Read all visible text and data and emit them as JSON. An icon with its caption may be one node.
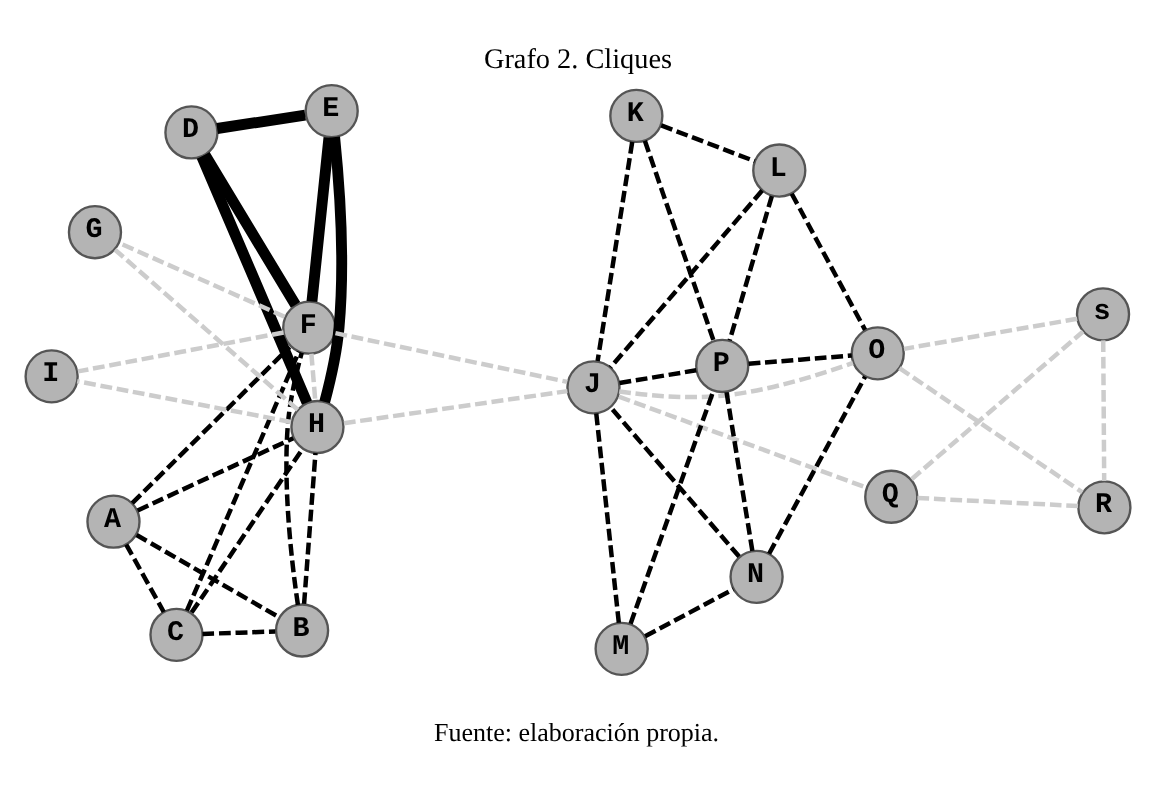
{
  "diagram": {
    "title": "Grafo 2. Cliques",
    "caption": "Fuente: elaboración propia.",
    "nodes": [
      {
        "text": [
          "A"
        ]
      },
      {
        "text": [
          "B"
        ]
      },
      {
        "text": [
          "C"
        ]
      },
      {
        "text": [
          "D"
        ]
      },
      {
        "text": [
          "E"
        ]
      },
      {
        "text": [
          "F"
        ]
      },
      {
        "text": [
          "G"
        ]
      },
      {
        "text": [
          "H"
        ]
      },
      {
        "text": [
          "I"
        ]
      },
      {
        "text": [
          "J"
        ]
      },
      {
        "text": [
          "K"
        ]
      },
      {
        "text": [
          "L"
        ]
      },
      {
        "text": [
          "M"
        ]
      },
      {
        "text": [
          "N"
        ]
      },
      {
        "text": [
          "O"
        ]
      },
      {
        "text": [
          "P"
        ]
      },
      {
        "text": [
          "Q"
        ]
      },
      {
        "text": [
          "R"
        ]
      },
      {
        "text": [
          "s"
        ]
      }
    ],
    "edges": [
      {
        "from": 0,
        "to": 2,
        "arrow": "none",
        "style": "dashed"
      },
      {
        "from": 0,
        "to": 5,
        "arrow": "none",
        "style": "dashed"
      },
      {
        "from": 0,
        "to": 1,
        "arrow": "none",
        "style": "dashed"
      },
      {
        "from": 0,
        "to": 7,
        "arrow": "none",
        "style": "dashed"
      },
      {
        "from": 2,
        "to": 5,
        "arrow": "none",
        "style": "dashed"
      },
      {
        "from": 2,
        "to": 1,
        "arrow": "none",
        "style": "dashed"
      },
      {
        "from": 2,
        "to": 7,
        "arrow": "none",
        "style": "dashed"
      },
      {
        "from": 1,
        "to": 5,
        "arrow": "none",
        "style": "dashed"
      },
      {
        "from": 1,
        "to": 7,
        "arrow": "none",
        "style": "dashed"
      },
      {
        "from": 3,
        "to": 5,
        "arrow": "none",
        "style": "thick"
      },
      {
        "from": 4,
        "to": 5,
        "arrow": "none",
        "style": "thick"
      },
      {
        "from": 3,
        "to": 7,
        "arrow": "none",
        "style": "thick"
      },
      {
        "from": 3,
        "to": 4,
        "arrow": "none",
        "style": "thick"
      },
      {
        "from": 4,
        "to": 7,
        "arrow": "none",
        "style": "thick"
      },
      {
        "from": 5,
        "to": 6,
        "arrow": "none",
        "style": "dashed",
        "color": "#cccccc"
      },
      {
        "from": 5,
        "to": 7,
        "arrow": "none",
        "style": "dashed",
        "color": "#cccccc"
      },
      {
        "from": 5,
        "to": 8,
        "arrow": "none",
        "style": "dashed",
        "color": "#cccccc"
      },
      {
        "from": 5,
        "to": 9,
        "arrow": "none",
        "style": "dashed",
        "color": "#cccccc"
      },
      {
        "from": 7,
        "to": 6,
        "arrow": "none",
        "style": "dashed",
        "color": "#cccccc"
      },
      {
        "from": 7,
        "to": 9,
        "arrow": "none",
        "style": "dashed",
        "color": "#cccccc"
      },
      {
        "from": 7,
        "to": 8,
        "arrow": "none",
        "style": "dashed",
        "color": "#cccccc"
      },
      {
        "from": 10,
        "to": 11,
        "arrow": "none",
        "style": "dashed"
      },
      {
        "from": 10,
        "to": 9,
        "arrow": "none",
        "style": "dashed"
      },
      {
        "from": 10,
        "to": 15,
        "arrow": "none",
        "style": "dashed"
      },
      {
        "from": 11,
        "to": 9,
        "arrow": "none",
        "style": "dashed"
      },
      {
        "from": 11,
        "to": 15,
        "arrow": "none",
        "style": "dashed"
      },
      {
        "from": 11,
        "to": 14,
        "arrow": "none",
        "style": "dashed"
      },
      {
        "from": 12,
        "to": 9,
        "arrow": "none",
        "style": "dashed"
      },
      {
        "from": 12,
        "to": 15,
        "arrow": "none",
        "style": "dashed"
      },
      {
        "from": 12,
        "to": 13,
        "arrow": "none",
        "style": "dashed"
      },
      {
        "from": 13,
        "to": 9,
        "arrow": "none",
        "style": "dashed"
      },
      {
        "from": 13,
        "to": 15,
        "arrow": "none",
        "style": "dashed"
      },
      {
        "from": 13,
        "to": 14,
        "arrow": "none",
        "style": "dashed"
      },
      {
        "from": 9,
        "to": 15,
        "arrow": "none",
        "style": "dashed"
      },
      {
        "from": 15,
        "to": 14,
        "arrow": "none",
        "style": "dashed"
      },
      {
        "from": 9,
        "to": 16,
        "arrow": "none",
        "style": "dashed",
        "color": "#cccccc"
      },
      {
        "from": 9,
        "to": 14,
        "arrow": "none",
        "style": "dashed",
        "color": "#cccccc"
      },
      {
        "from": 16,
        "to": 18,
        "arrow": "none",
        "style": "dashed",
        "color": "#cccccc"
      },
      {
        "from": 18,
        "to": 14,
        "arrow": "none",
        "style": "dashed",
        "color": "#cccccc"
      },
      {
        "from": 18,
        "to": 17,
        "arrow": "none",
        "style": "dashed",
        "color": "#cccccc"
      },
      {
        "from": 16,
        "to": 17,
        "arrow": "none",
        "style": "dashed",
        "color": "#cccccc"
      },
      {
        "from": 14,
        "to": 17,
        "arrow": "none",
        "style": "dashed",
        "color": "#cccccc"
      }
    ]
  }
}
